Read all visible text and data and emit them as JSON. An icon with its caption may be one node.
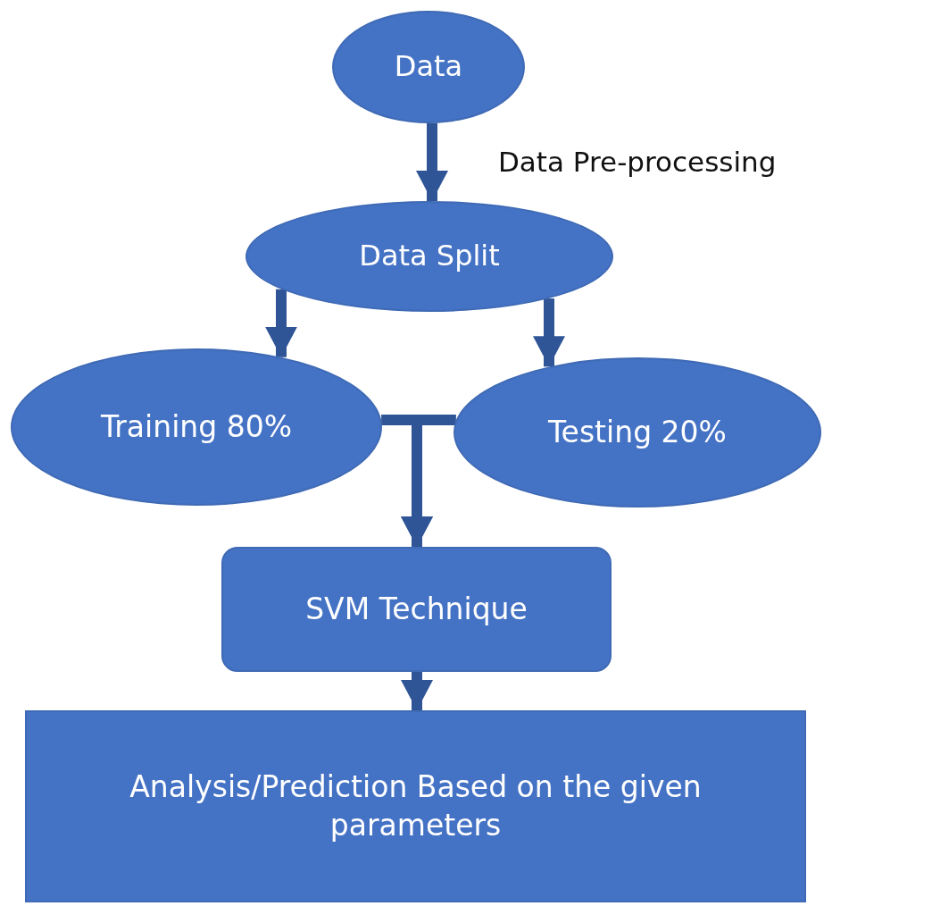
{
  "diagram": {
    "nodes": [
      {
        "text": [
          "Data"
        ]
      },
      {
        "text": [
          "Data Split"
        ]
      },
      {
        "text": [
          "Training 80%"
        ]
      },
      {
        "text": [
          "Testing 20%"
        ]
      },
      {
        "text": [
          "SVM Technique"
        ]
      },
      {
        "text": [
          "Analysis/Prediction Based on the given parameters"
        ]
      }
    ],
    "edges": [
      {
        "from": 0,
        "to": 1,
        "arrow": "to",
        "label": "Data Pre-processing"
      },
      {
        "from": 1,
        "to": 2,
        "arrow": "to"
      },
      {
        "from": 1,
        "to": 3,
        "arrow": "to"
      },
      {
        "from": 2,
        "to": 4,
        "arrow": "to"
      },
      {
        "from": 3,
        "to": 4,
        "arrow": "to"
      },
      {
        "from": 4,
        "to": 5,
        "arrow": "to"
      }
    ]
  }
}
